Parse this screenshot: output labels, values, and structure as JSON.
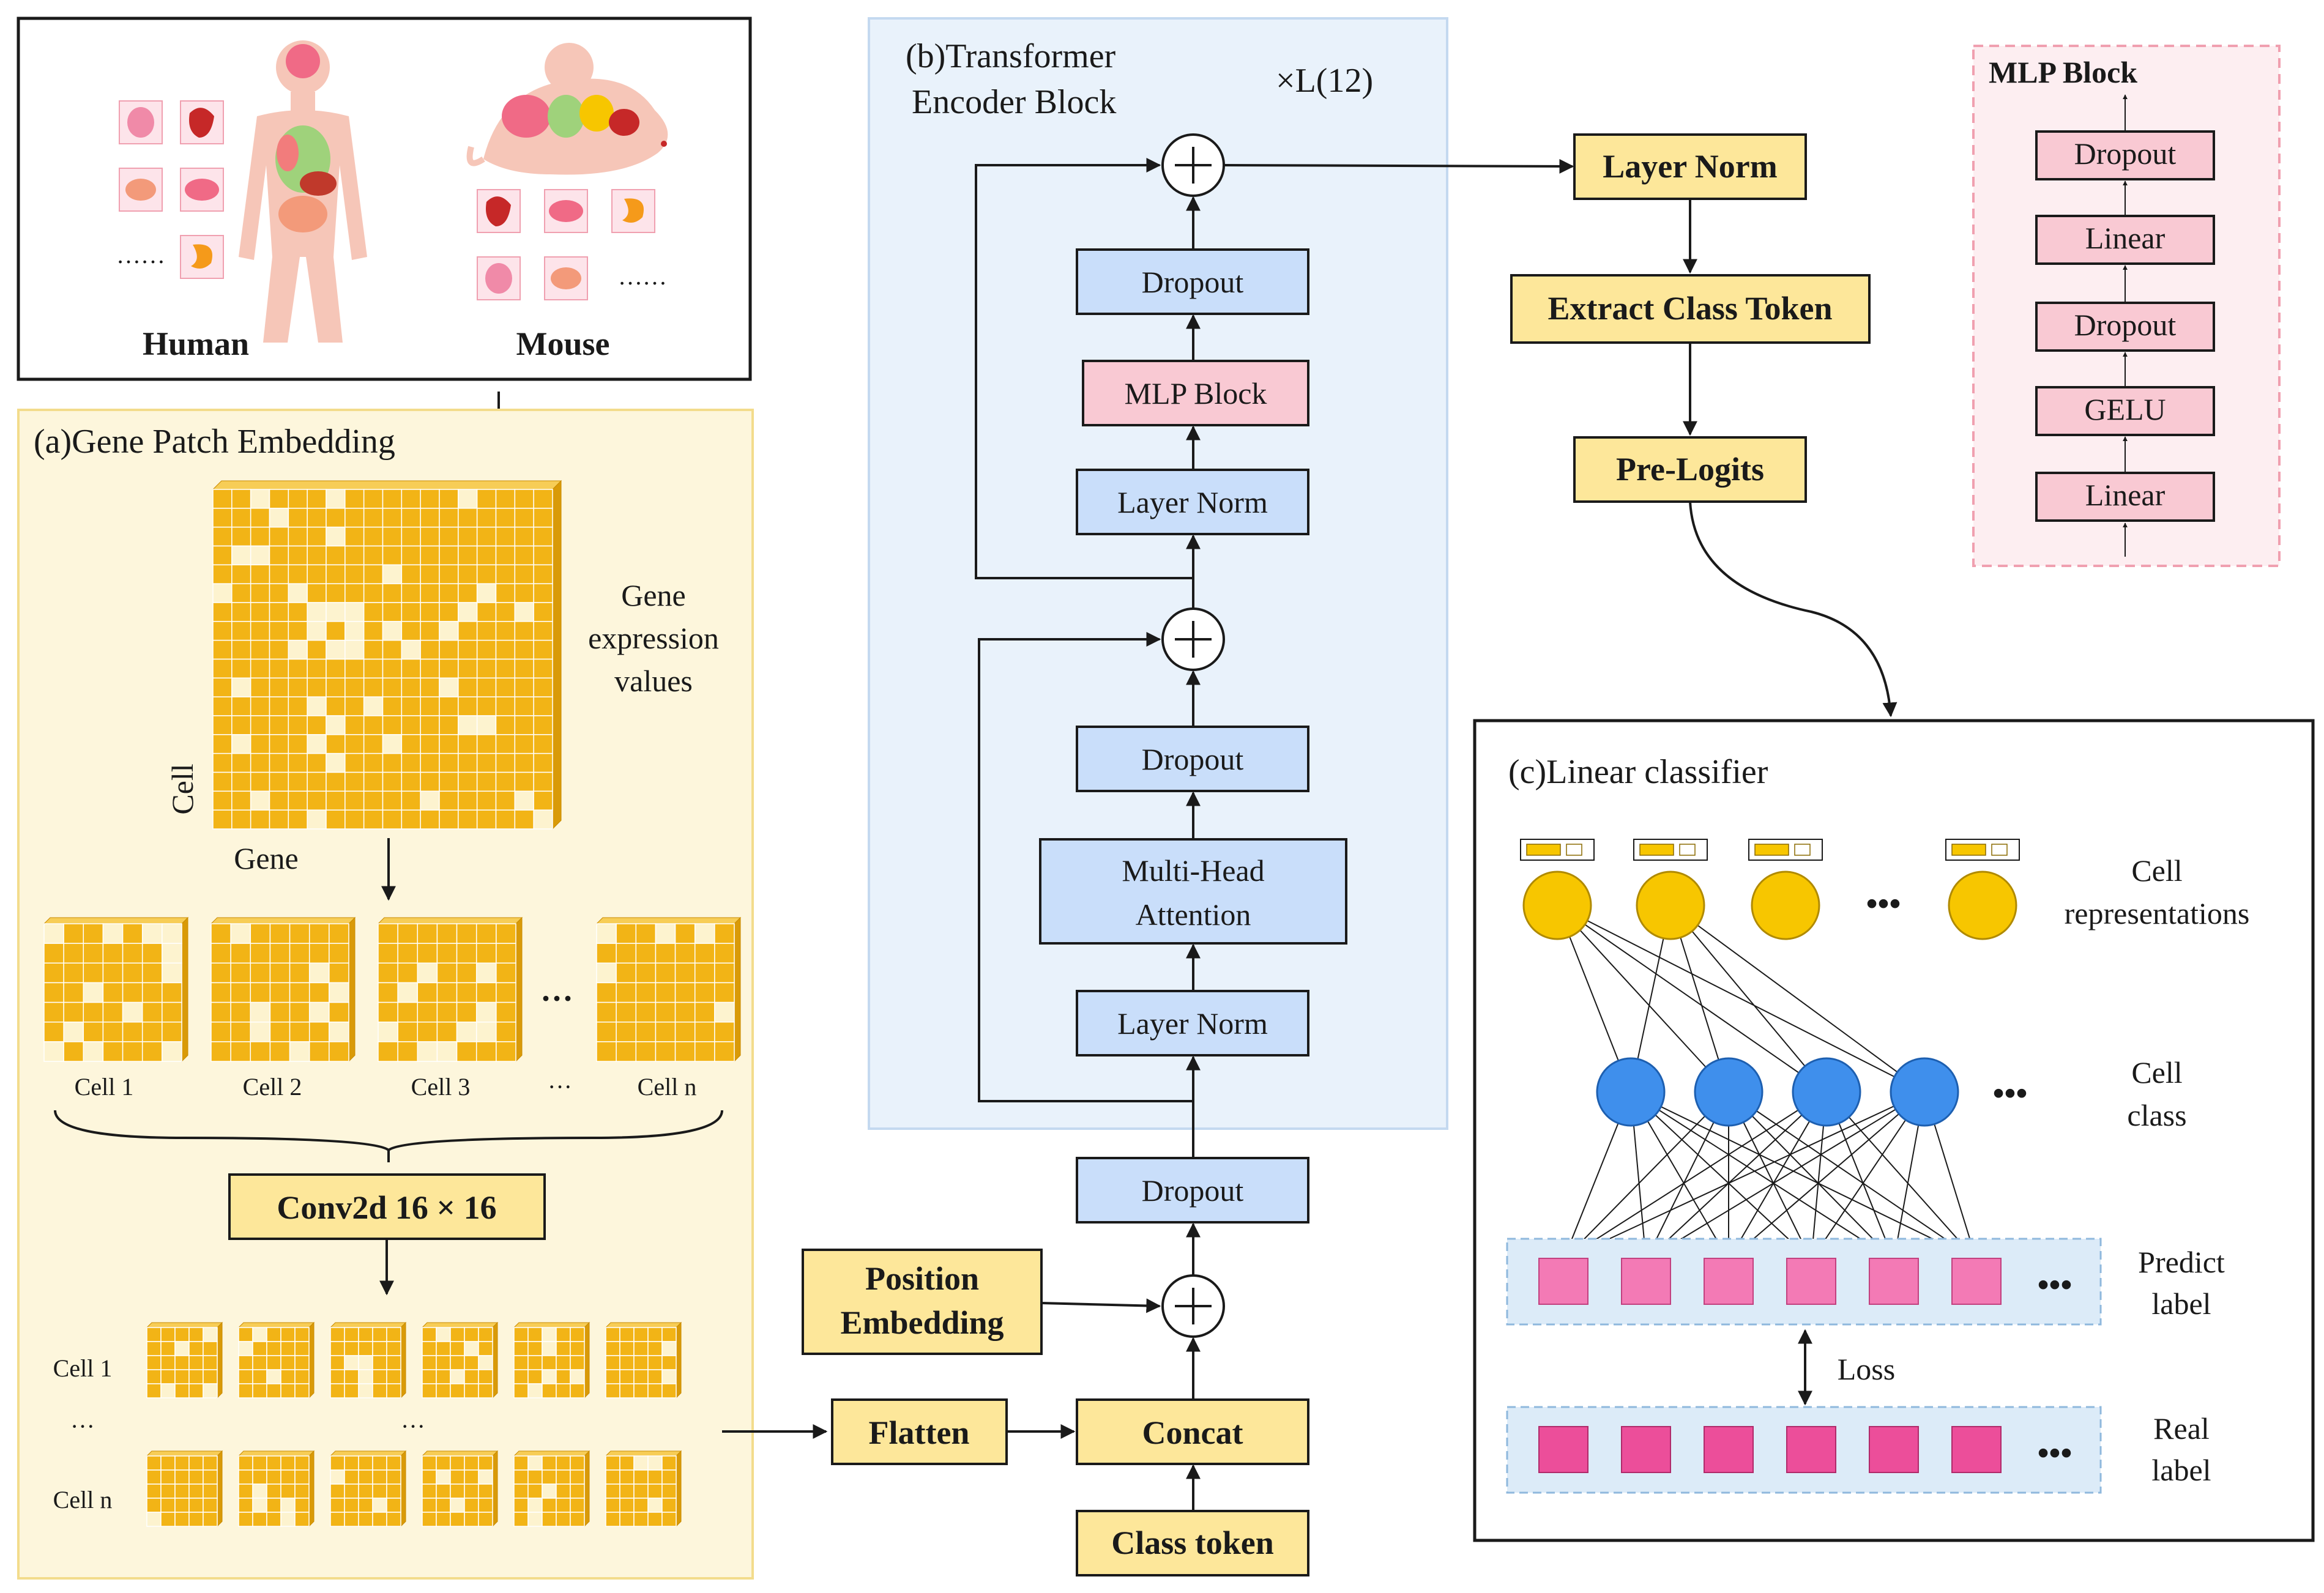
{
  "organisms": {
    "human": "Human",
    "mouse": "Mouse",
    "ellipsis": "……"
  },
  "panel_a": {
    "title": "(a)Gene Patch Embedding",
    "axis_cell": "Cell",
    "axis_gene": "Gene",
    "gene_expression": [
      "Gene",
      "expression",
      "values"
    ],
    "cells": [
      "Cell 1",
      "Cell 2",
      "Cell 3",
      "···",
      "Cell n"
    ],
    "conv": "Conv2d  16 × 16",
    "row_labels": [
      "Cell 1",
      "···",
      "Cell n"
    ],
    "mid_dots": "···"
  },
  "panel_b": {
    "title_line1": "(b)Transformer",
    "title_line2": "Encoder Block",
    "repeat": "×L(12)",
    "blocks": {
      "dropout_top": "Dropout",
      "mlp_block": "MLP Block",
      "layer_norm_top": "Layer Norm",
      "dropout_mid": "Dropout",
      "mha_line1": "Multi-Head",
      "mha_line2": "Attention",
      "layer_norm_bottom": "Layer Norm"
    }
  },
  "embed_stage": {
    "dropout": "Dropout",
    "position_line1": "Position",
    "position_line2": "Embedding",
    "flatten": "Flatten",
    "concat": "Concat",
    "class_token": "Class token"
  },
  "head": {
    "layer_norm": "Layer Norm",
    "extract": "Extract Class Token",
    "pre_logits": "Pre-Logits"
  },
  "mlp_detail": {
    "title": "MLP Block",
    "layers": [
      "Dropout",
      "Linear",
      "Dropout",
      "GELU",
      "Linear"
    ]
  },
  "panel_c": {
    "title": "(c)Linear classifier",
    "cell_repr": [
      "Cell",
      "representations"
    ],
    "cell_class": [
      "Cell",
      "class"
    ],
    "predict": [
      "Predict",
      "label"
    ],
    "loss": "Loss",
    "real": [
      "Real",
      "label"
    ],
    "dots": "•••"
  },
  "colors": {
    "grid_gold": "#f2b416",
    "grid_light": "#fdf3cf",
    "blue_box": "#c9defa",
    "yellow_box": "#fde79a",
    "pink_box": "#f9c9d3",
    "circle_yellow": "#f7c600",
    "circle_blue": "#3f8fec",
    "label_pink": "#f37ab5",
    "mlp_title": "#8a1a3a"
  }
}
